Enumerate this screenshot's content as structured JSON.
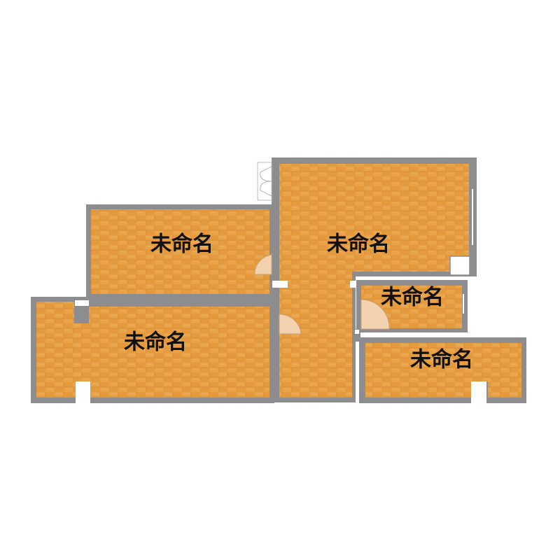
{
  "rooms": [
    {
      "id": "bedroom-upper-left",
      "label": "未命名"
    },
    {
      "id": "living-main",
      "label": "未命名"
    },
    {
      "id": "small-room-right",
      "label": "未命名"
    },
    {
      "id": "room-lower-left",
      "label": "未命名"
    },
    {
      "id": "room-lower-right",
      "label": "未命名"
    }
  ],
  "colors": {
    "wall": "#8d8d8f",
    "wood_base": "#e49a3d",
    "wood_light": "#f0b25a",
    "wood_dark": "#c97a2a",
    "label": "#111111"
  }
}
